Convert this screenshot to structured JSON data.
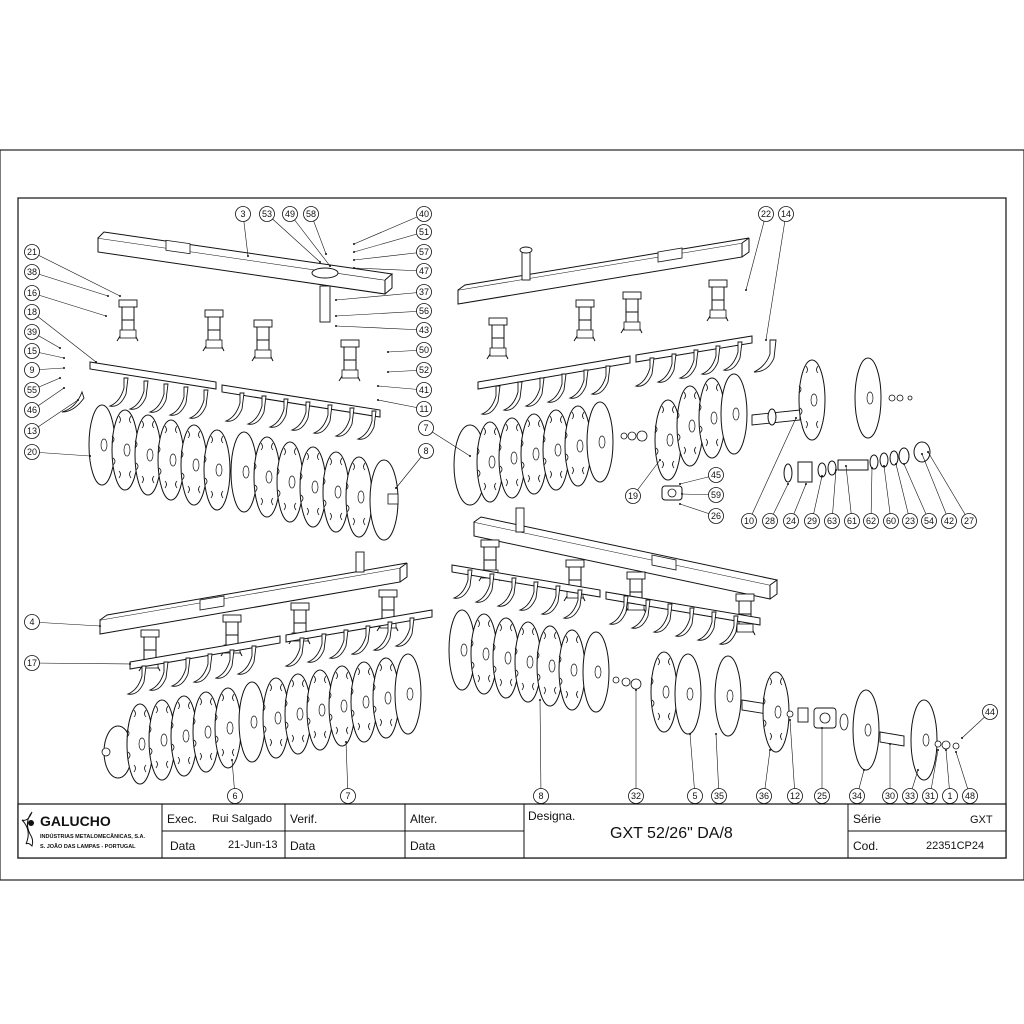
{
  "drawing": {
    "title_block": {
      "company": "GALUCHO",
      "company_line2": "INDÚSTRIAS METALOMECÂNICAS, S.A.",
      "company_line3": "S. JOÃO DAS LAMPAS - PORTUGAL",
      "exec_label": "Exec.",
      "exec_value": "Rui Salgado",
      "verif_label": "Verif.",
      "alter_label": "Alter.",
      "designa_label": "Designa.",
      "designation": "GXT 52/26\" DA/8",
      "serie_label": "Série",
      "serie_value": "GXT",
      "cod_label": "Cod.",
      "cod_value": "22351CP24",
      "data_label": "Data",
      "data_value": "21-Jun-13"
    },
    "callouts": [
      "3",
      "53",
      "49",
      "58",
      "40",
      "51",
      "57",
      "47",
      "37",
      "56",
      "43",
      "50",
      "52",
      "41",
      "11",
      "21",
      "38",
      "16",
      "18",
      "39",
      "15",
      "9",
      "55",
      "46",
      "13",
      "20",
      "7",
      "8",
      "22",
      "14",
      "19",
      "45",
      "59",
      "26",
      "10",
      "28",
      "24",
      "29",
      "63",
      "61",
      "62",
      "60",
      "23",
      "54",
      "42",
      "27",
      "4",
      "17",
      "6",
      "7",
      "8",
      "32",
      "5",
      "35",
      "36",
      "12",
      "25",
      "34",
      "30",
      "33",
      "31",
      "1",
      "48",
      "44"
    ]
  }
}
